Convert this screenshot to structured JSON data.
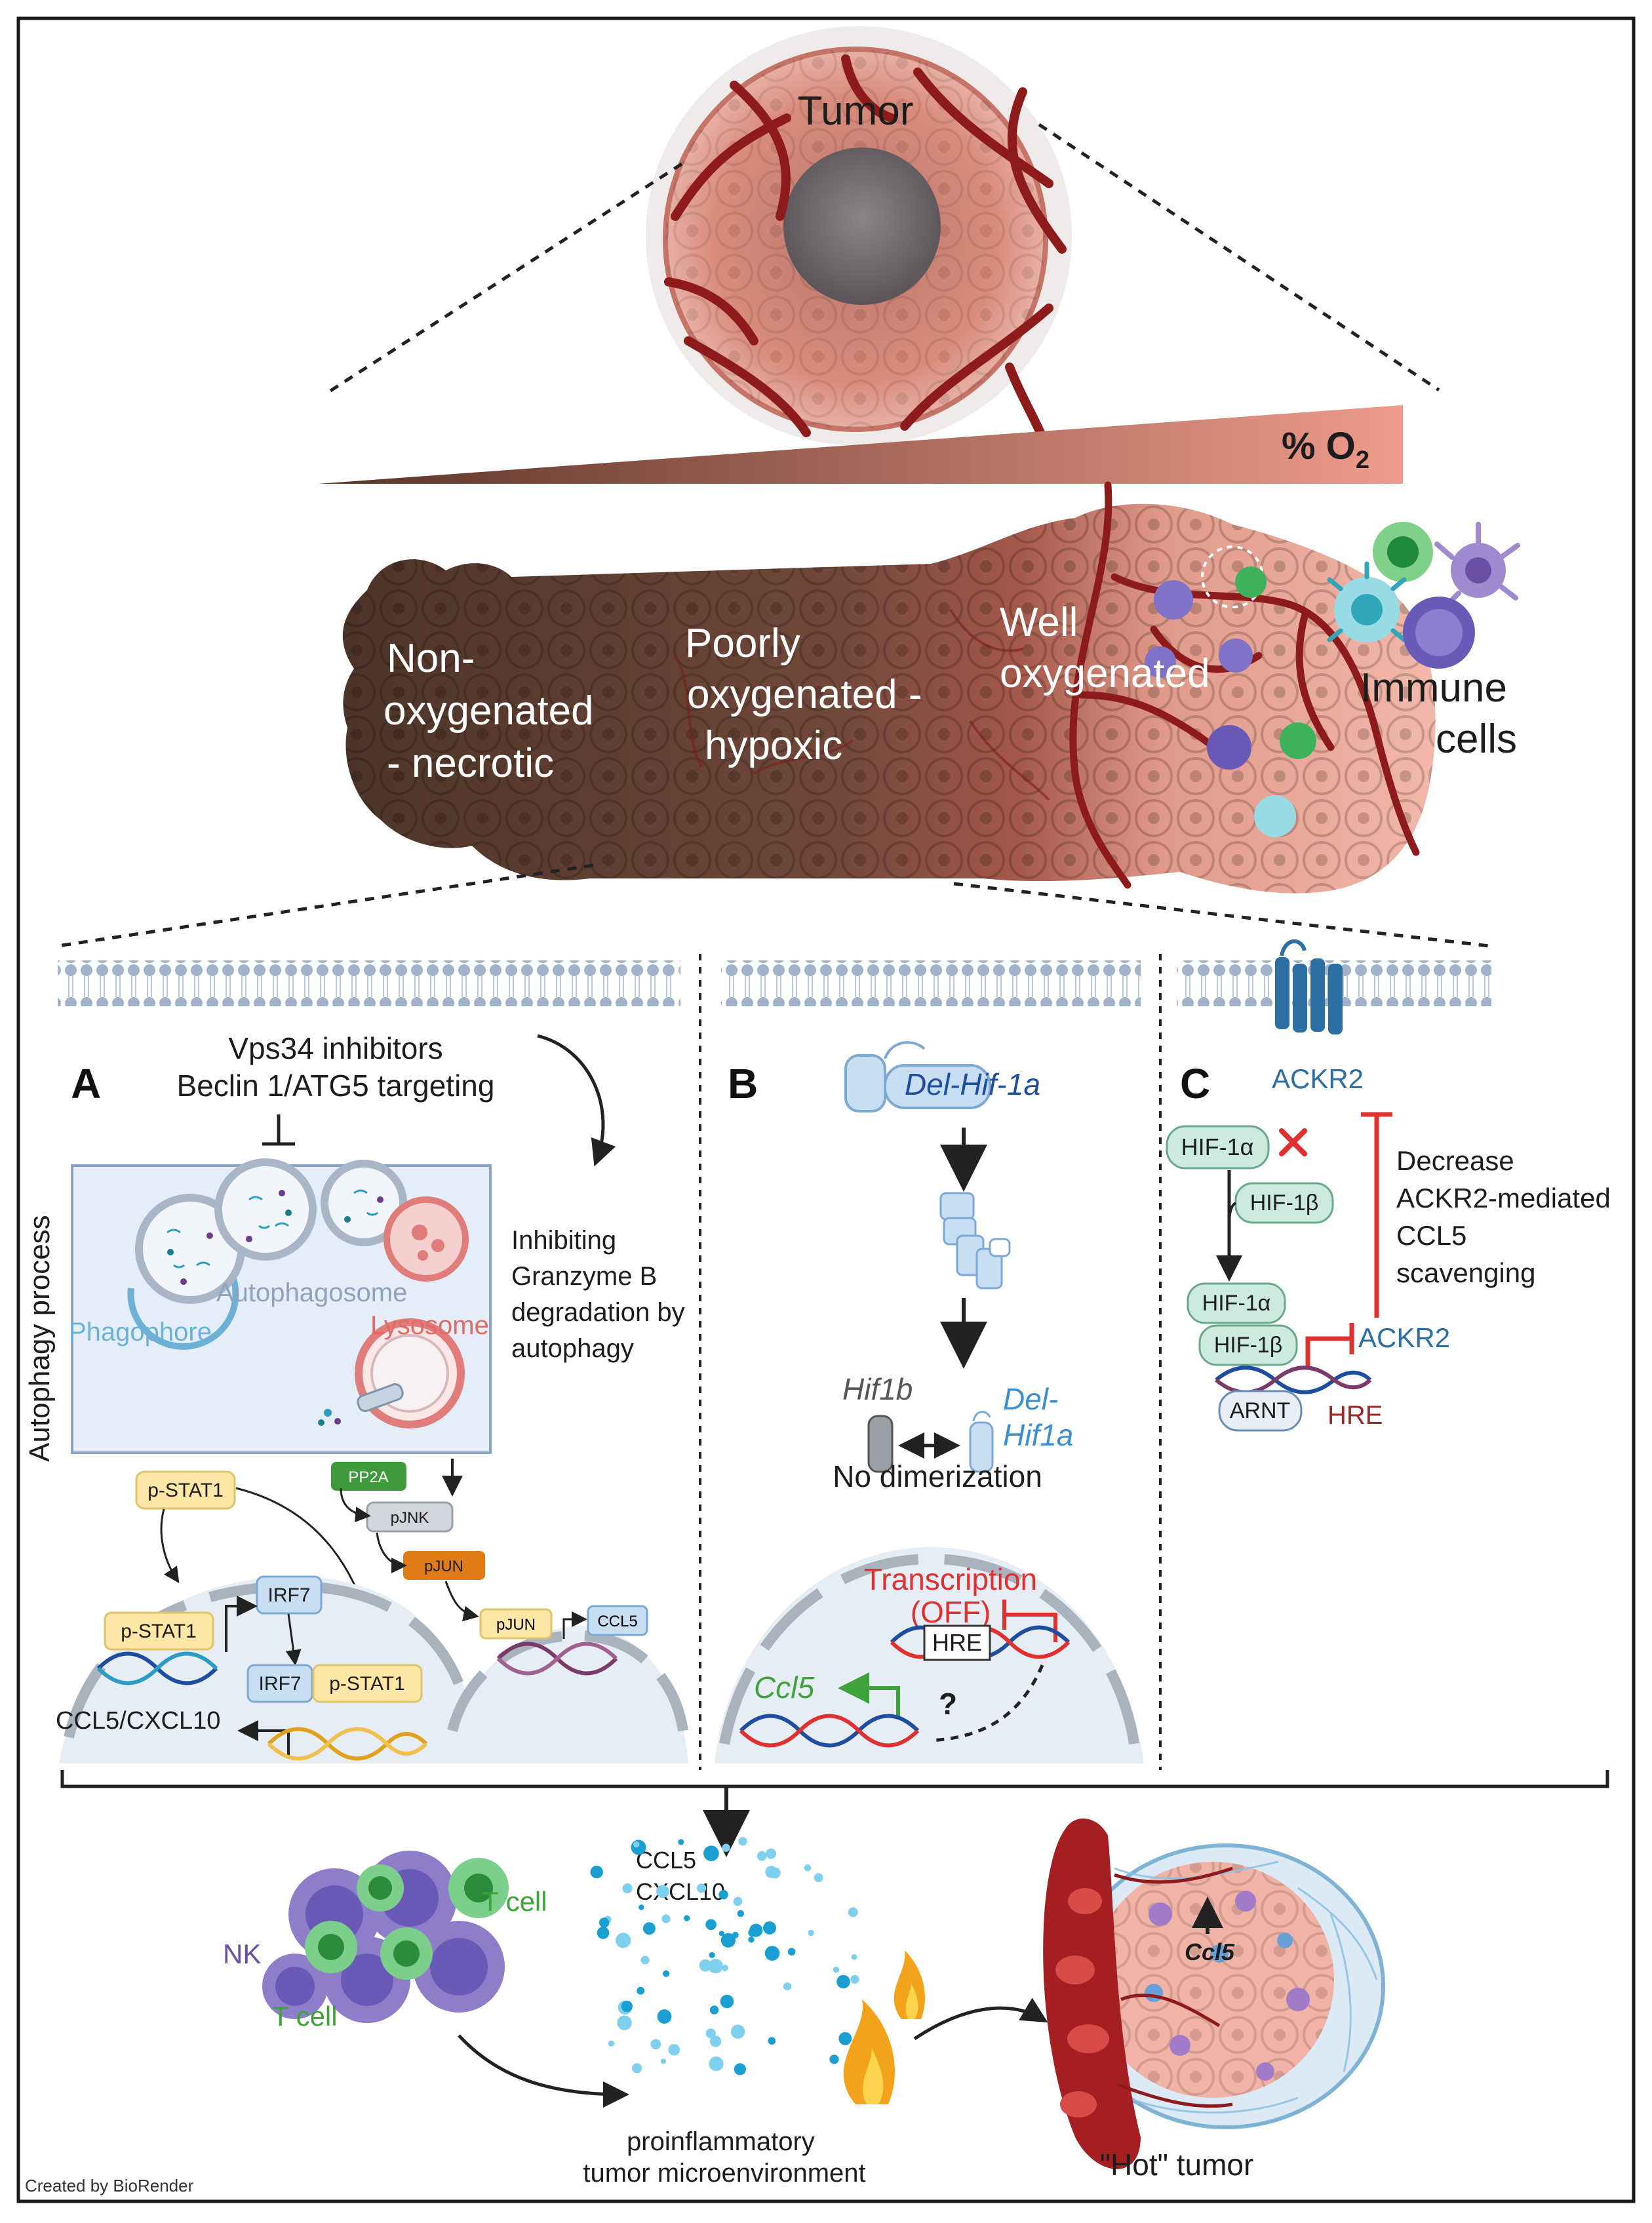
{
  "header": {
    "tumor": "Tumor",
    "o2": "% O",
    "o2_sub": "2"
  },
  "zones": {
    "non_oxygenated": [
      "Non-",
      "oxygenated",
      "- necrotic"
    ],
    "poorly": [
      "Poorly",
      "oxygenated -",
      "hypoxic"
    ],
    "well": [
      "Well",
      "oxygenated"
    ],
    "immune": [
      "Immune",
      "cells"
    ]
  },
  "panel_a": {
    "letter": "A",
    "vps34": "Vps34 inhibitors",
    "beclin": "Beclin 1/ATG5 targeting",
    "side_label": "Autophagy process",
    "autophagosome": "Autophagosome",
    "phagophore": "Phagophore",
    "lysosome": "Lysosome",
    "inhibit_lines": [
      "Inhibiting",
      "Granzyme B",
      "degradation by",
      "autophagy"
    ],
    "pstat1_top": "p-STAT1",
    "pp2a": "PP2A",
    "pjnk": "pJNK",
    "pjun": "pJUN",
    "pstat1_dna": "p-STAT1",
    "irf7_top": "IRF7",
    "irf7": "IRF7",
    "pstat1_mid": "p-STAT1",
    "ccl5_cxcl10": "CCL5/CXCL10",
    "pjun_nuc": "pJUN",
    "ccl5_box": "CCL5"
  },
  "panel_b": {
    "letter": "B",
    "del_hif1a_top": "Del-Hif-1a",
    "hif1b": "Hif1b",
    "del_lines": [
      "Del-",
      "Hif1a"
    ],
    "no_dim": "No dimerization",
    "transcription": "Transcription",
    "off": "(OFF)",
    "hre": "HRE",
    "question": "?",
    "ccl5": "Ccl5"
  },
  "panel_c": {
    "letter": "C",
    "ackr2_top": "ACKR2",
    "hif1a": "HIF-1α",
    "hif1b": "HIF-1β",
    "hif1a_2": "HIF-1α",
    "hif1b_2": "HIF-1β",
    "ackr2_2": "ACKR2",
    "arnt": "ARNT",
    "hre": "HRE",
    "decrease_lines": [
      "Decrease",
      "ACKR2-mediated",
      "CCL5",
      "scavenging"
    ]
  },
  "bottom": {
    "t_cell_1": "T cell",
    "nk": "NK",
    "t_cell_2": "T cell",
    "chemo_lines": [
      "CCL5",
      "CXCL10"
    ],
    "pro_lines": [
      "proinflammatory",
      "tumor microenvironment"
    ],
    "ccl5": "Ccl5",
    "hot": "\"Hot\" tumor",
    "credit": "Created by BioRender"
  },
  "colors": {
    "frame": "#1a1a1a",
    "vessel": "#8e1b1b",
    "tumor_core": "#6f6a6e",
    "necrotic": "#5a3f33",
    "hypoxic": "#6a4536",
    "well": "#d98a78",
    "membrane": "#9fb2c7",
    "box_yellow": "#fde6a6",
    "box_blue": "#c8def3",
    "box_green_dark": "#3f9a3c",
    "box_gray": "#d2d6dc",
    "box_orange": "#e07b16",
    "hif_green": "#cdeade",
    "red": "#e03030",
    "green_text": "#3ea33a",
    "dots": "#1a9fd3"
  }
}
